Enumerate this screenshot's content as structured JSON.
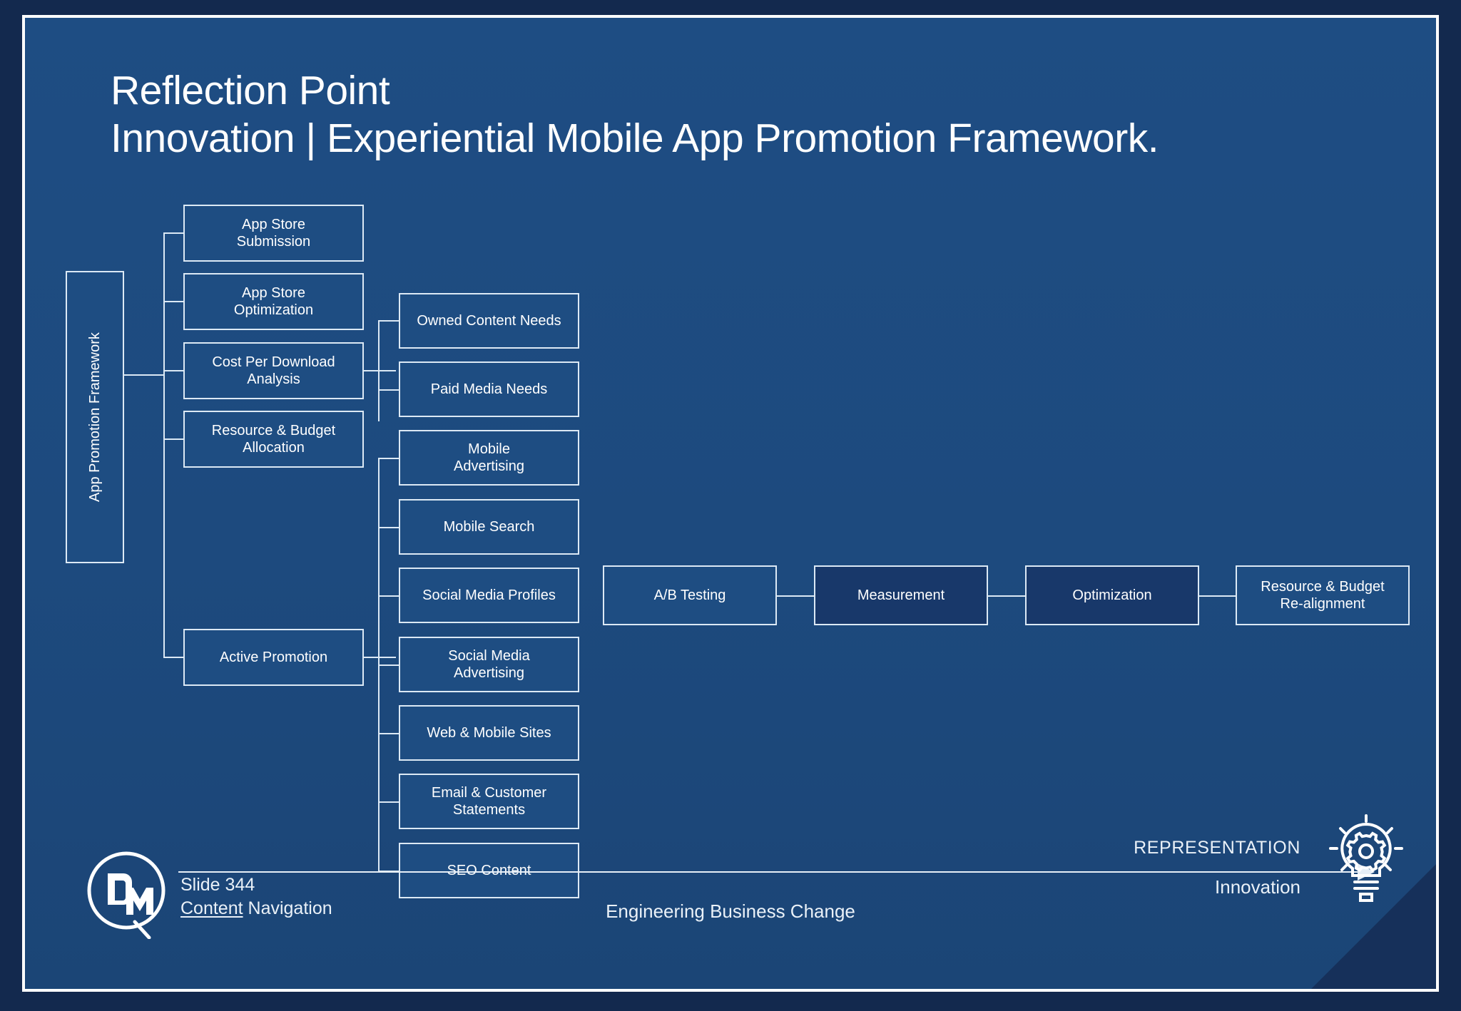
{
  "slide": {
    "title_line1": "Reflection Point",
    "title_line2": "Innovation | Experiential Mobile App Promotion Framework.",
    "background_color": "#1e4d82",
    "frame_color": "#ffffff",
    "outer_color": "#13294e",
    "node_border_color": "#dce9f5",
    "node_fill_color": "#1e4d82",
    "node_fill_dark": "#18386a"
  },
  "root": {
    "label": "App Promotion Framework"
  },
  "level1": [
    {
      "label": "App Store\nSubmission",
      "line1": "App Store",
      "line2": "Submission"
    },
    {
      "label": "App Store\nOptimization",
      "line1": "App Store",
      "line2": "Optimization"
    },
    {
      "label": "Cost Per Download\nAnalysis",
      "line1": "Cost Per Download",
      "line2": "Analysis"
    },
    {
      "label": "Resource & Budget\nAllocation",
      "line1": "Resource & Budget",
      "line2": "Allocation"
    },
    {
      "label": "Active Promotion",
      "line1": "Active Promotion",
      "line2": ""
    }
  ],
  "budget_children": [
    {
      "line1": "Owned Content Needs",
      "line2": ""
    },
    {
      "line1": "Paid Media Needs",
      "line2": ""
    }
  ],
  "promotion_children": [
    {
      "line1": "Mobile",
      "line2": "Advertising"
    },
    {
      "line1": "Mobile Search",
      "line2": ""
    },
    {
      "line1": "Social Media Profiles",
      "line2": ""
    },
    {
      "line1": "Social Media",
      "line2": "Advertising"
    },
    {
      "line1": "Web & Mobile Sites",
      "line2": ""
    },
    {
      "line1": "Email & Customer",
      "line2": "Statements"
    },
    {
      "line1": "SEO Content",
      "line2": ""
    }
  ],
  "process_chain": [
    {
      "label": "A/B Testing",
      "line1": "A/B Testing",
      "line2": "",
      "dark": false
    },
    {
      "label": "Measurement",
      "line1": "Measurement",
      "line2": "",
      "dark": true
    },
    {
      "label": "Optimization",
      "line1": "Optimization",
      "line2": "",
      "dark": true
    },
    {
      "label": "Resource & Budget Re-alignment",
      "line1": "Resource & Budget",
      "line2": "Re-alignment",
      "dark": false
    }
  ],
  "footer": {
    "logo_text": "DM",
    "slide_number": "Slide 344",
    "nav_underlined": "Content",
    "nav_rest": " Navigation",
    "center_text": "Engineering Business Change",
    "right_top": "REPRESENTATION",
    "right_bottom": "Innovation"
  }
}
